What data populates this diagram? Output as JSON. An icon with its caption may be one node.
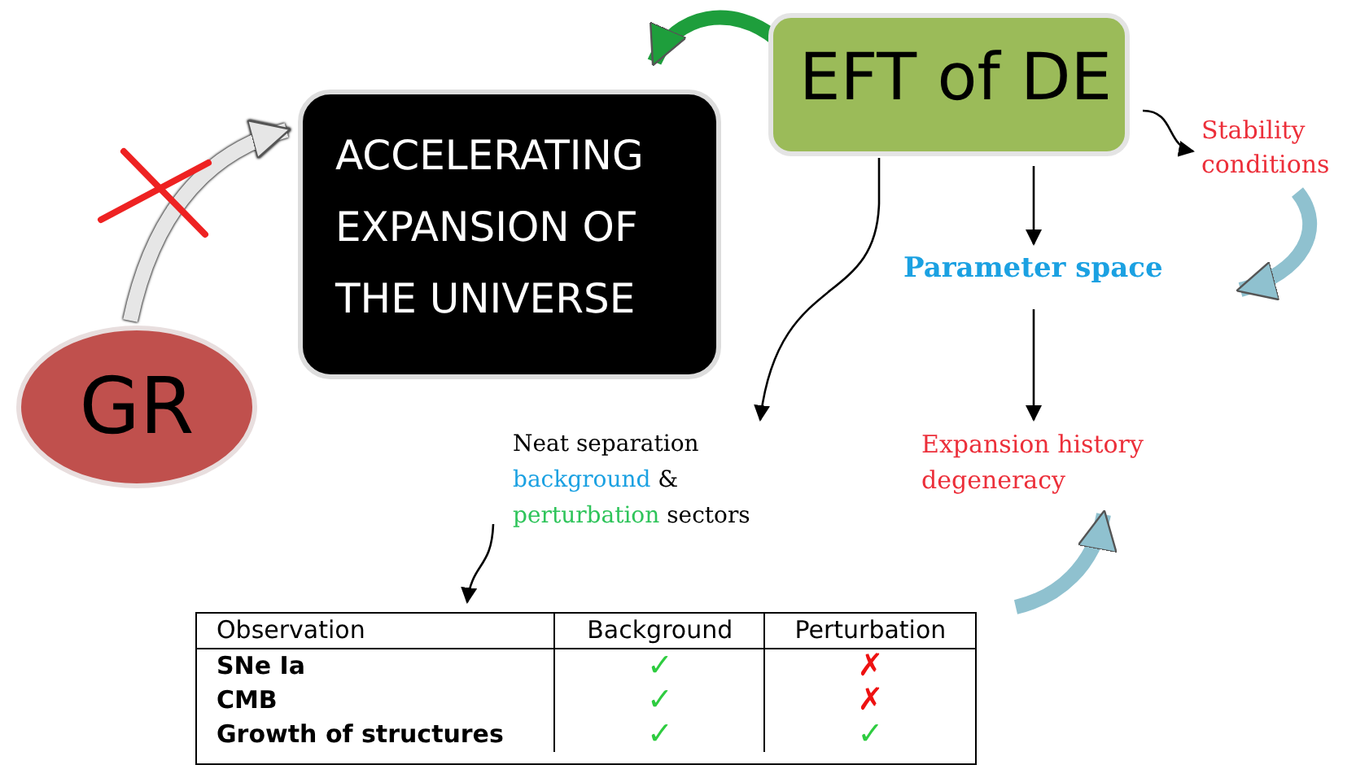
{
  "diagram": {
    "nodes": [
      {
        "text": [
          "GR"
        ]
      },
      {
        "text": [
          "ACCELERATING EXPANSION OF THE UNIVERSE"
        ]
      },
      {
        "text": [
          "EFT of DE"
        ]
      },
      {
        "text": [
          "Stability conditions"
        ]
      },
      {
        "text": [
          "Parameter space"
        ]
      },
      {
        "text": [
          "Expansion history degeneracy"
        ]
      },
      {
        "text": [
          "Neat separation",
          "background",
          "&",
          "perturbation",
          "sectors"
        ]
      },
      {
        "text": [],
        "shape": "box"
      }
    ],
    "edges": [
      {
        "from": 0,
        "to": 1,
        "arrow": "to",
        "style": "thick",
        "color": "#e6e6e6"
      },
      {
        "from": 2,
        "to": 1,
        "arrow": "to",
        "style": "thick",
        "color": "#1e9e3c"
      },
      {
        "from": 2,
        "to": 3,
        "arrow": "to"
      },
      {
        "from": 2,
        "to": 4,
        "arrow": "to"
      },
      {
        "from": 4,
        "to": 5,
        "arrow": "to"
      },
      {
        "from": 2,
        "to": 6,
        "arrow": "to"
      },
      {
        "from": 6,
        "to": 7,
        "arrow": "to"
      },
      {
        "from": 3,
        "to": 4,
        "arrow": "to",
        "style": "thick",
        "color": "#8fc1cf"
      },
      {
        "from": 7,
        "to": 5,
        "arrow": "to",
        "style": "thick",
        "color": "#8fc1cf"
      }
    ],
    "labels": [
      "Observation",
      "Background",
      "Perturbation",
      "SNe Ia",
      "✓",
      "✗",
      "CMB",
      "✓",
      "✗",
      "Growth of structures",
      "✓",
      "✓"
    ]
  }
}
